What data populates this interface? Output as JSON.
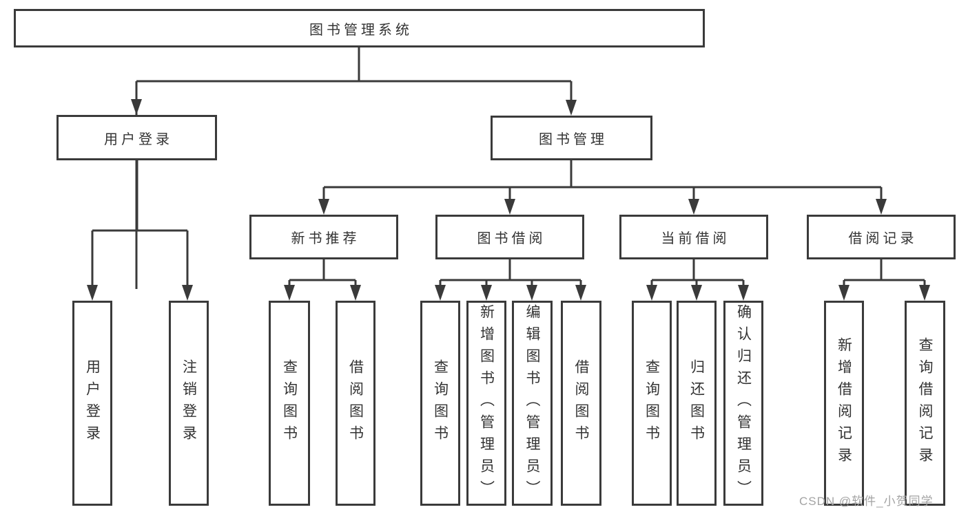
{
  "diagram": {
    "root": {
      "label": "图书管理系统"
    },
    "level2": [
      {
        "label": "用户登录"
      },
      {
        "label": "图书管理"
      }
    ],
    "level3": [
      {
        "label": "新书推荐"
      },
      {
        "label": "图书借阅"
      },
      {
        "label": "当前借阅"
      },
      {
        "label": "借阅记录"
      }
    ],
    "leaves": [
      {
        "label": "用户登录"
      },
      {
        "label": "注销登录"
      },
      {
        "label": "查询图书"
      },
      {
        "label": "借阅图书"
      },
      {
        "label": "查询图书"
      },
      {
        "label": "新增图书（管理员）"
      },
      {
        "label": "编辑图书（管理员）"
      },
      {
        "label": "借阅图书"
      },
      {
        "label": "查询图书"
      },
      {
        "label": "归还图书"
      },
      {
        "label": "确认归还（管理员）"
      },
      {
        "label": "新增借阅记录"
      },
      {
        "label": "查询借阅记录"
      }
    ]
  },
  "watermark": {
    "text": "CSDN @软件_小贺同学"
  },
  "colors": {
    "line": "#3a3a3a",
    "text": "#333333",
    "watermark": "#a3a3a3",
    "background": "#ffffff"
  }
}
